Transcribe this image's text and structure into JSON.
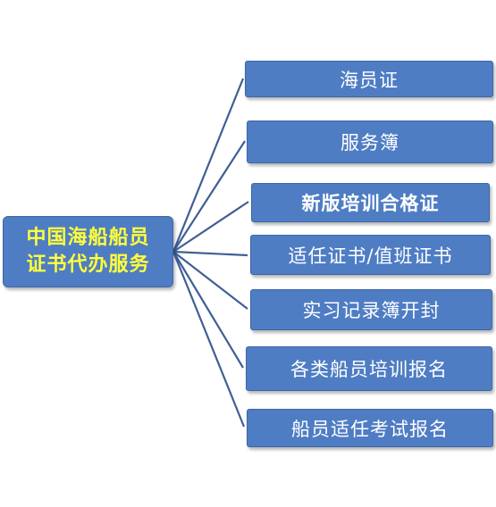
{
  "root": {
    "line1": "中国海船船员",
    "line2": "证书代办服务"
  },
  "nodes": [
    {
      "label": "海员证",
      "bold": false
    },
    {
      "label": "服务簿",
      "bold": false
    },
    {
      "label": "新版培训合格证",
      "bold": true
    },
    {
      "label": "适任证书/值班证书",
      "bold": false
    },
    {
      "label": "实习记录簿开封",
      "bold": false
    },
    {
      "label": "各类船员培训报名",
      "bold": false
    },
    {
      "label": "船员适任考试报名",
      "bold": false
    }
  ],
  "colors": {
    "box_fill": "#4f7dc4",
    "root_text": "#ffff3a",
    "node_text": "#ffffff",
    "connector": "#3f5f95"
  }
}
